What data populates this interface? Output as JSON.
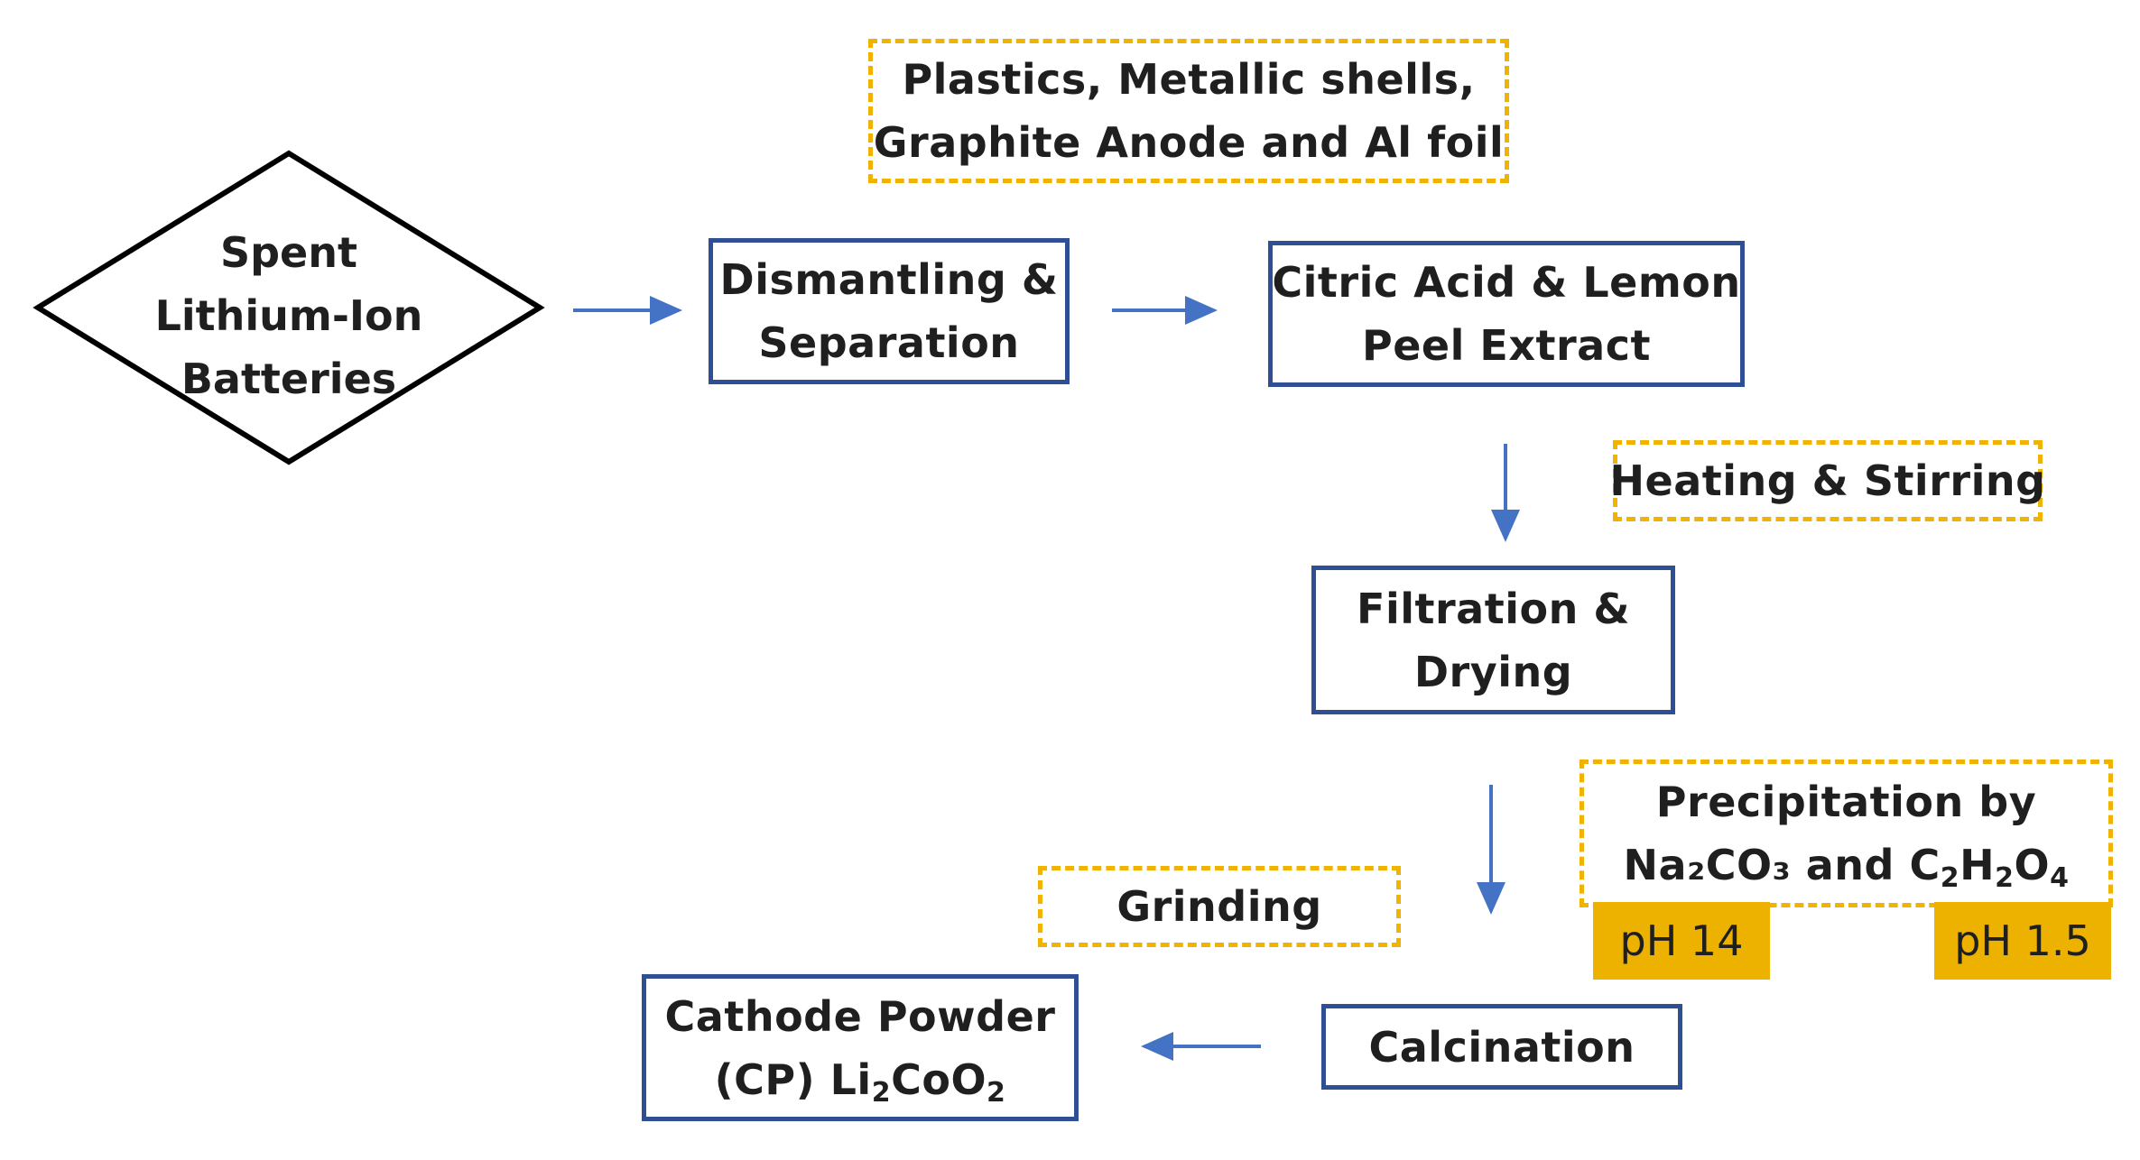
{
  "start": {
    "lines": [
      "Spent",
      "Lithium-Ion",
      "Batteries"
    ]
  },
  "waste": {
    "lines": [
      "Plastics, Metallic shells,",
      "Graphite Anode and Al foil"
    ]
  },
  "dismantling": {
    "lines": [
      "Dismantling &",
      "Separation"
    ]
  },
  "leaching": {
    "lines": [
      "Citric Acid & Lemon",
      "Peel Extract"
    ]
  },
  "heating": {
    "label": "Heating & Stirring"
  },
  "filtration": {
    "lines": [
      "Filtration &",
      "Drying"
    ]
  },
  "precipitation": {
    "line1": "Precipitation by",
    "line2_a": "Na₂CO₃ and C",
    "sub1": "2",
    "mid1": "H",
    "sub2": "2",
    "mid2": "O",
    "sub3": "4"
  },
  "ph": {
    "left": "pH 14",
    "right": "pH 1.5"
  },
  "grinding": {
    "label": "Grinding"
  },
  "calcination": {
    "label": "Calcination"
  },
  "product": {
    "line1": "Cathode Powder",
    "line2_a": "(CP) Li",
    "sub1": "2",
    "mid": "CoO",
    "sub2": "2"
  },
  "colors": {
    "box_border": "#2f4f95",
    "arrow": "#4472c4",
    "dashed": "#f0b400",
    "ph_fill": "#edb200"
  }
}
